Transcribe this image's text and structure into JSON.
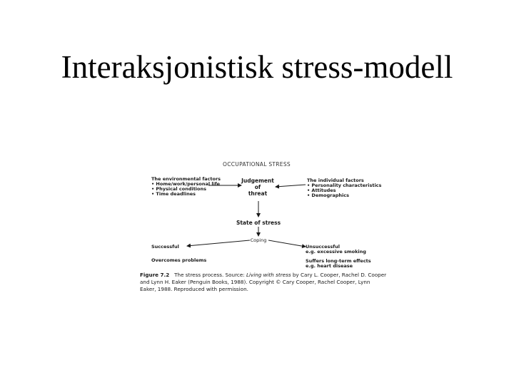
{
  "slide": {
    "title": "Interaksjonistisk stress-modell"
  },
  "diagram": {
    "heading": "OCCUPATIONAL STRESS",
    "environmental": {
      "title": "The environmental factors",
      "items": [
        "• Home/work/personal life",
        "• Physical conditions",
        "• Time deadlines"
      ]
    },
    "judgement": {
      "line1": "Judgement",
      "line2": "of",
      "line3": "threat"
    },
    "individual": {
      "title": "The individual factors",
      "items": [
        "• Personality characteristics",
        "• Attitudes",
        "• Demographics"
      ]
    },
    "state": "State of stress",
    "coping": "Coping",
    "successful": "Successful",
    "overcomes": "Overcomes problems",
    "unsuccessful": {
      "line1": "Unsuccessful",
      "line2": "e.g. excessive smoking"
    },
    "suffers": {
      "line1": "Suffers long-term effects",
      "line2": "e.g. heart disease"
    }
  },
  "caption": {
    "label": "Figure 7.2",
    "text1": "The stress process. Source: ",
    "book": "Living with stress",
    "text2": " by Cary L. Cooper, Rachel D. Cooper",
    "line2": "and Lynn H. Eaker (Penguin Books, 1988). Copyright © Cary Cooper, Rachel Cooper, Lynn",
    "line3": "Eaker, 1988. Reproduced with permission."
  }
}
